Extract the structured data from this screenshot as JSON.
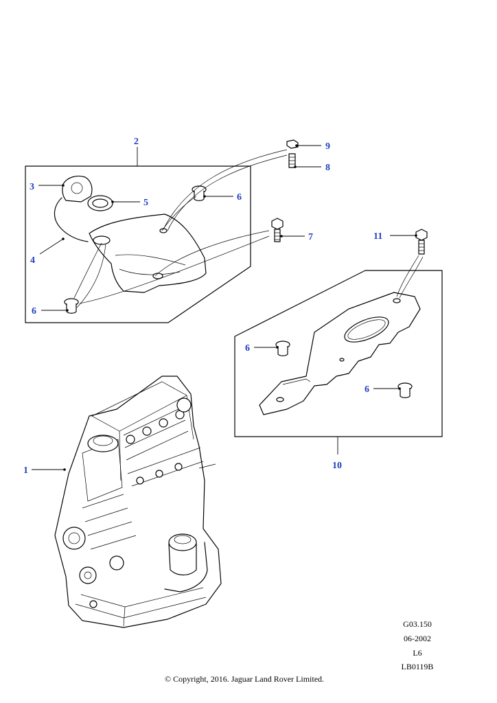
{
  "callouts": {
    "c1": "1",
    "c2": "2",
    "c3": "3",
    "c4": "4",
    "c5": "5",
    "c6a": "6",
    "c6b": "6",
    "c6c": "6",
    "c6d": "6",
    "c7": "7",
    "c8": "8",
    "c9": "9",
    "c10": "10",
    "c11": "11"
  },
  "reference": {
    "code": "G03.150",
    "date": "06-2002",
    "variant": "L6",
    "drawing": "LB0119B"
  },
  "copyright": "© Copyright, 2016. Jaguar Land Rover Limited.",
  "colors": {
    "callout": "#1f3fbf",
    "ink": "#000000"
  }
}
